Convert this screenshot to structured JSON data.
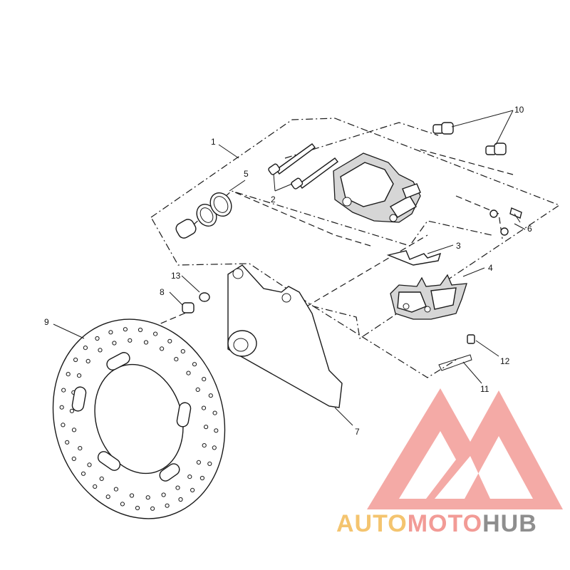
{
  "diagram": {
    "callouts": [
      {
        "id": "c1",
        "text": "1"
      },
      {
        "id": "c2",
        "text": "2"
      },
      {
        "id": "c3",
        "text": "3"
      },
      {
        "id": "c4",
        "text": "4"
      },
      {
        "id": "c5",
        "text": "5"
      },
      {
        "id": "c6",
        "text": "6"
      },
      {
        "id": "c7",
        "text": "7"
      },
      {
        "id": "c8",
        "text": "8"
      },
      {
        "id": "c9",
        "text": "9"
      },
      {
        "id": "c10",
        "text": "10"
      },
      {
        "id": "c11",
        "text": "11"
      },
      {
        "id": "c12",
        "text": "12"
      },
      {
        "id": "c13",
        "text": "13"
      }
    ]
  },
  "watermark": {
    "word_1": "AUTO",
    "word_2": "MOTO",
    "word_3": "HUB",
    "colors": {
      "auto": "#f4c46f",
      "moto": "#f29b96",
      "hub": "#8e8e8e"
    }
  }
}
